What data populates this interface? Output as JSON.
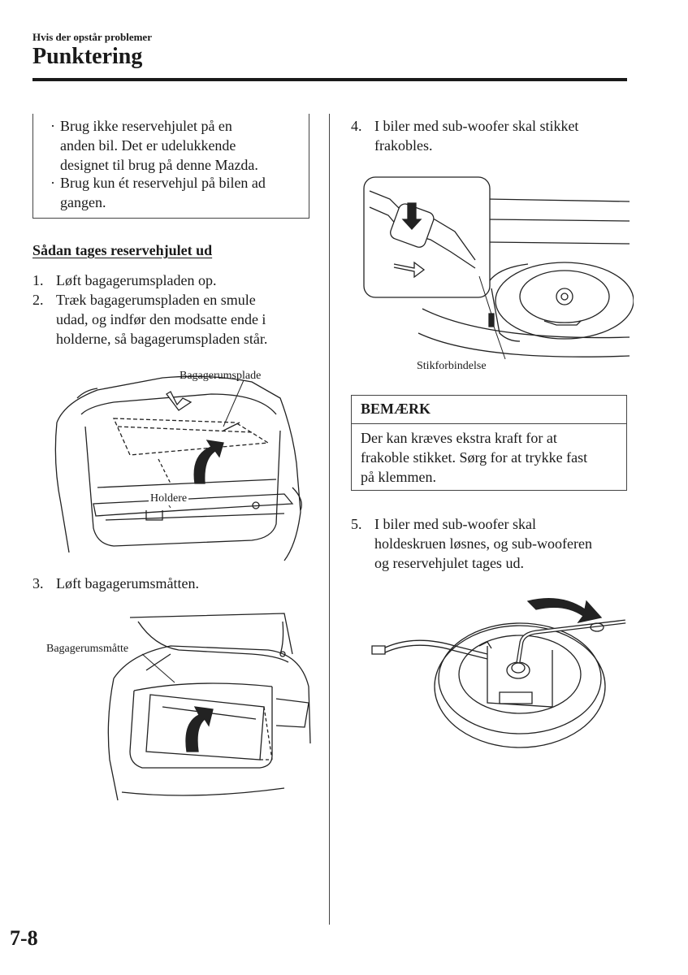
{
  "header": {
    "section": "Hvis der opstår problemer",
    "title": "Punktering"
  },
  "warning": {
    "bullets": [
      [
        "Brug ikke reservehjulet på en",
        "anden bil. Det er udelukkende",
        "designet til brug på denne Mazda."
      ],
      [
        "Brug kun ét reservehjul på bilen ad",
        "gangen."
      ]
    ]
  },
  "removal": {
    "heading": "Sådan tages reservehjulet ud",
    "step1": {
      "num": "1.",
      "lines": [
        "Løft bagagerumspladen op."
      ]
    },
    "step2": {
      "num": "2.",
      "lines": [
        "Træk bagagerumspladen en smule",
        "udad, og indfør den modsatte ende i",
        "holderne, så bagagerumspladen står."
      ]
    },
    "figure1": {
      "label_plate": "Bagagerumsplade",
      "label_holders": "Holdere"
    },
    "step3": {
      "num": "3.",
      "lines": [
        "Løft bagagerumsmåtten."
      ]
    },
    "figure2": {
      "label_mat": "Bagagerumsmåtte"
    },
    "step4": {
      "num": "4.",
      "lines": [
        "I biler med sub-woofer skal stikket",
        "frakobles."
      ]
    },
    "figure3": {
      "label_connector": "Stikforbindelse"
    },
    "step5": {
      "num": "5.",
      "lines": [
        "I biler med sub-woofer skal",
        "holdeskruen løsnes, og sub-wooferen",
        "og reservehjulet tages ud."
      ]
    }
  },
  "note": {
    "heading": "BEMÆRK",
    "lines": [
      "Der kan kræves ekstra kraft for at",
      "frakoble stikket. Sørg for at trykke fast",
      "på klemmen."
    ]
  },
  "footer": {
    "page_number": "7-8"
  }
}
